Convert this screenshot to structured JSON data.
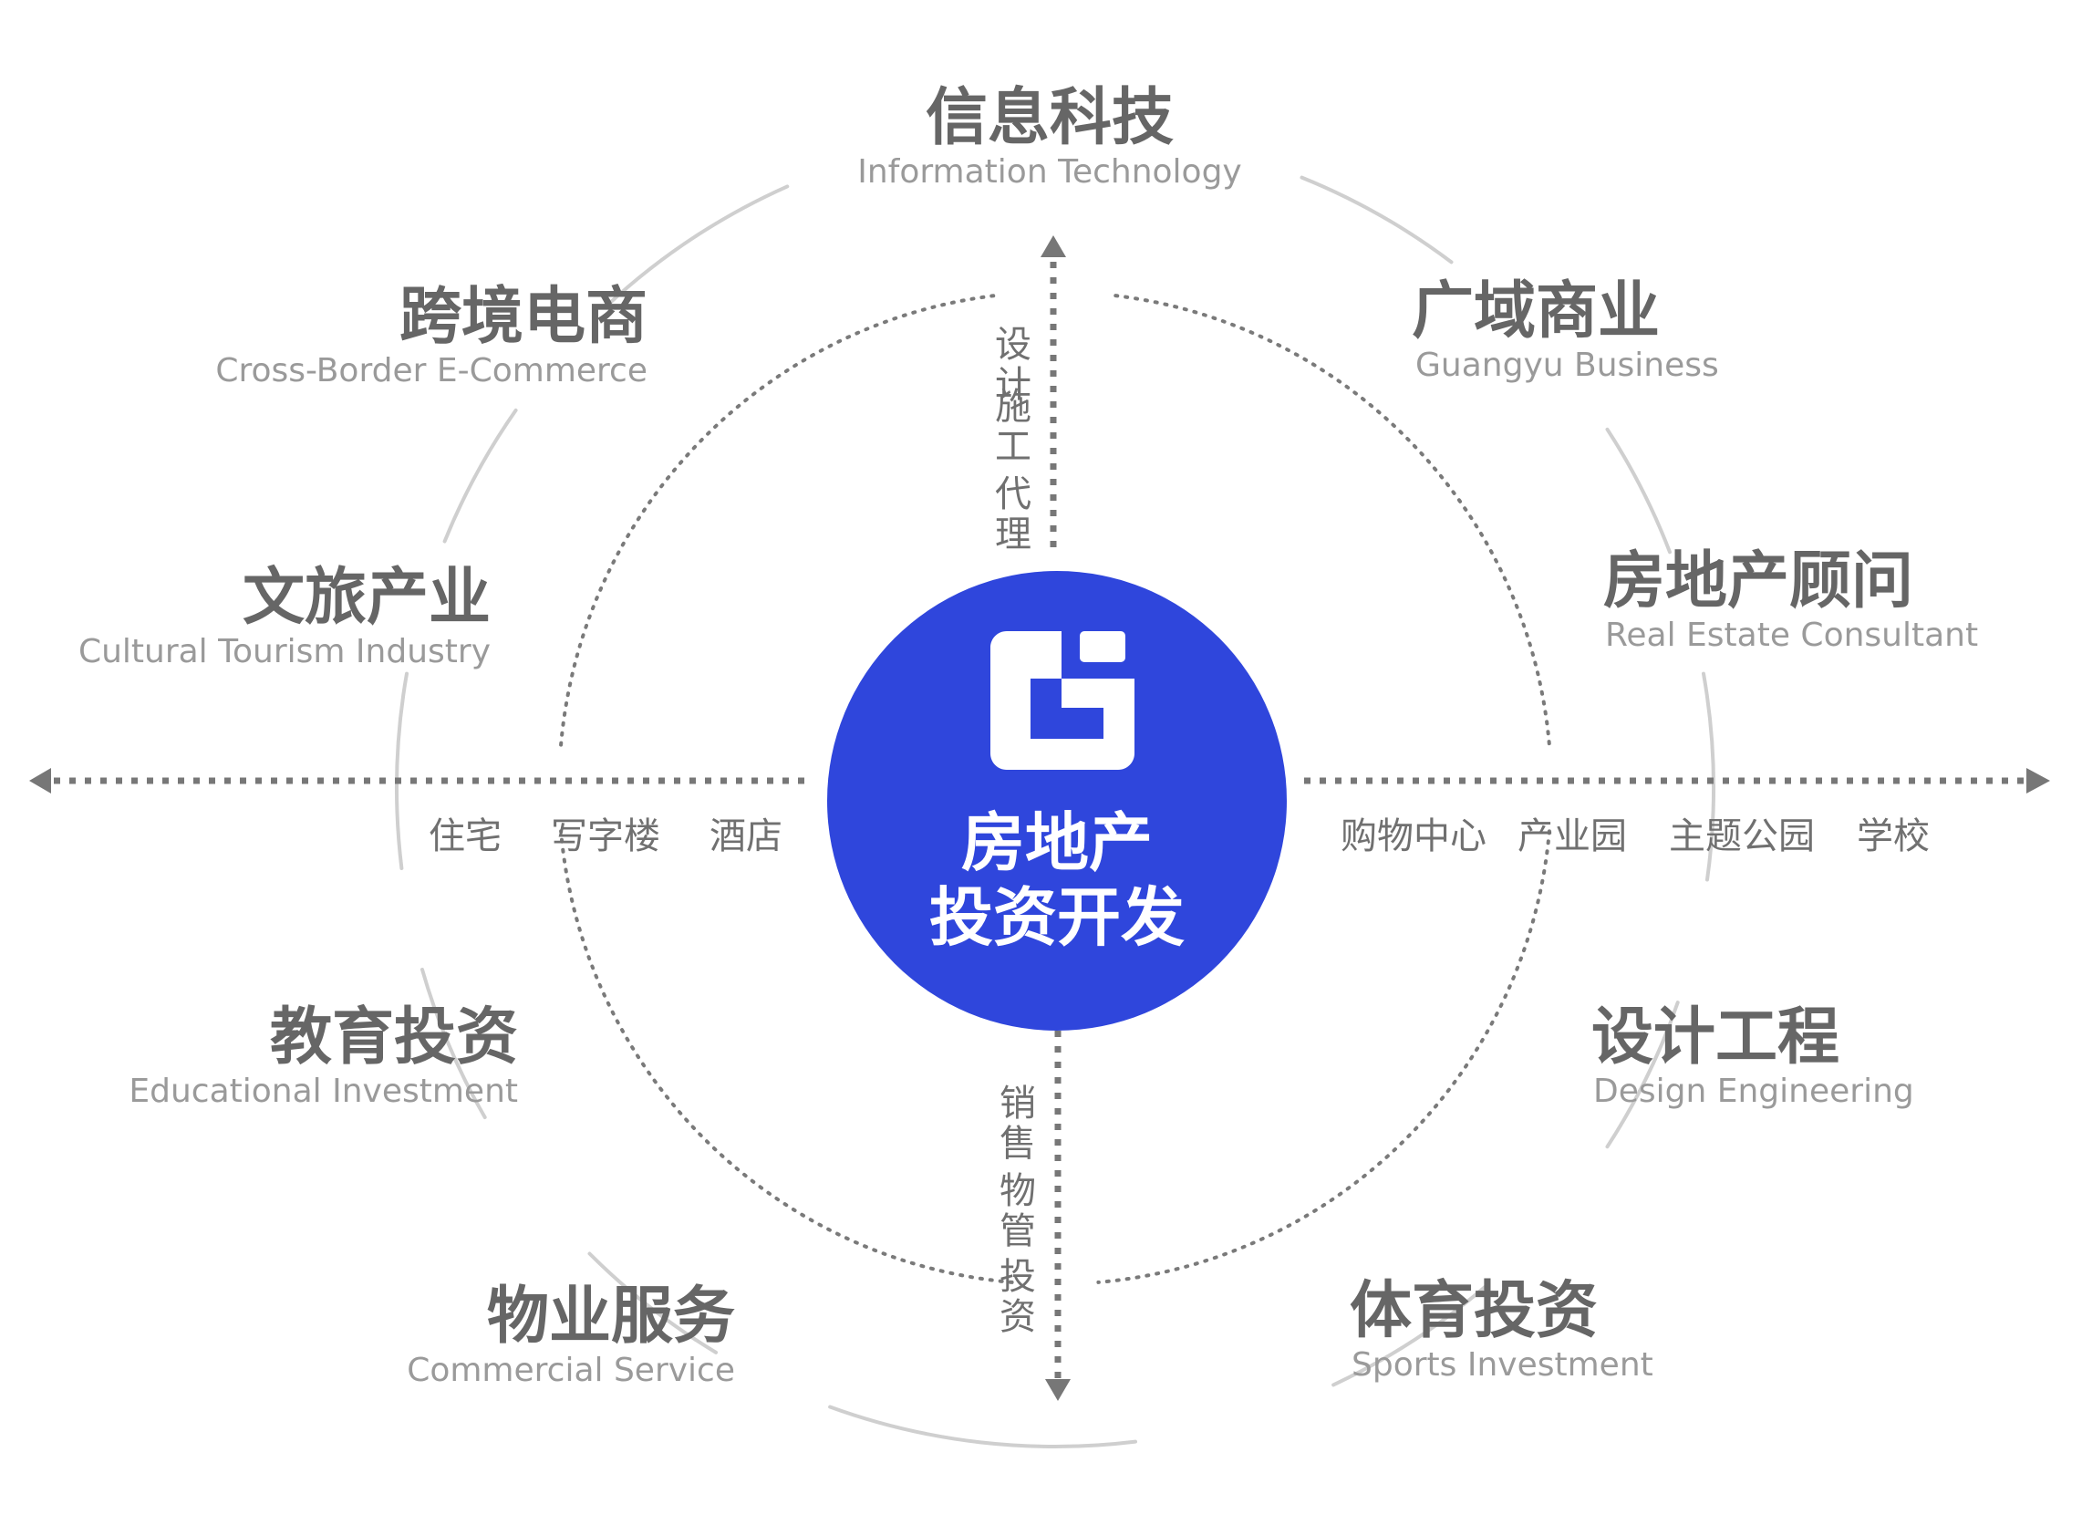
{
  "colors": {
    "center_fill": "#2f46dc",
    "logo_fill": "#ffffff",
    "ring_stroke": "#cfcfcf",
    "axis_stroke": "#777777",
    "label_cn": "#666666",
    "label_en": "#9a9a9a"
  },
  "center": {
    "logo_icon": "logo-g-icon",
    "line1": "房地产",
    "line2": "投资开发"
  },
  "sectors": [
    {
      "cn": "信息科技",
      "en": "Information Technology"
    },
    {
      "cn": "广域商业",
      "en": "Guangyu Business"
    },
    {
      "cn": "房地产顾问",
      "en": "Real Estate Consultant"
    },
    {
      "cn": "设计工程",
      "en": "Design Engineering"
    },
    {
      "cn": "体育投资",
      "en": "Sports Investment"
    },
    {
      "cn": "物业服务",
      "en": "Commercial Service"
    },
    {
      "cn": "教育投资",
      "en": "Educational Investment"
    },
    {
      "cn": "文旅产业",
      "en": "Cultural Tourism Industry"
    },
    {
      "cn": "跨境电商",
      "en": "Cross-Border E-Commerce"
    }
  ],
  "axes": {
    "top": [
      "设计",
      "施工",
      "代理"
    ],
    "bottom": [
      "销售",
      "物管",
      "投资"
    ],
    "left": [
      "住宅",
      "写字楼",
      "酒店"
    ],
    "right": [
      "购物中心",
      "产业园",
      "主题公园",
      "学校"
    ]
  }
}
